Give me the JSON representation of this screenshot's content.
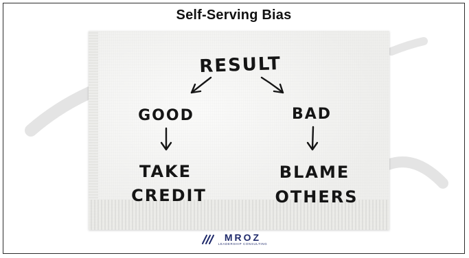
{
  "slide": {
    "title": "Self-Serving Bias"
  },
  "diagram": {
    "nodes": {
      "result": "RESULT",
      "good": "GOOD",
      "bad": "BAD",
      "take_line1": "TAKE",
      "take_line2": "CREDIT",
      "blame_line1": "BLAME",
      "blame_line2": "OTHERS"
    },
    "edges": [
      {
        "from": "RESULT",
        "to": "GOOD"
      },
      {
        "from": "RESULT",
        "to": "BAD"
      },
      {
        "from": "GOOD",
        "to": "TAKE CREDIT"
      },
      {
        "from": "BAD",
        "to": "BLAME OTHERS"
      }
    ],
    "ink_color": "#151515",
    "napkin_color": "#f4f4f2"
  },
  "logo": {
    "name": "MROZ",
    "tagline": "LEADERSHIP CONSULTING",
    "brand_color": "#1f2a6b"
  }
}
